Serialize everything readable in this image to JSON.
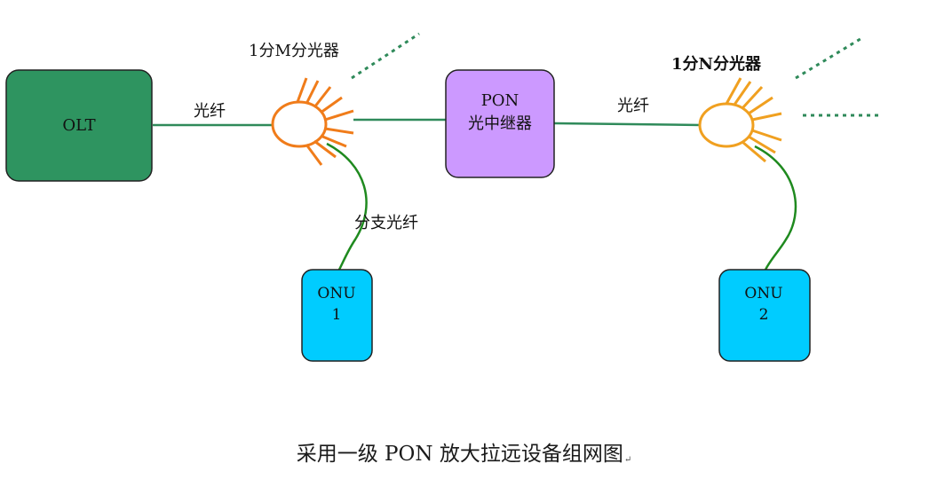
{
  "diagram": {
    "olt_label": "OLT",
    "repeater_line1": "PON",
    "repeater_line2": "光中继器",
    "splitter1_label": "1分M分光器",
    "splitter2_label": "1分N分光器",
    "fiber_label_1": "光纤",
    "fiber_label_2": "光纤",
    "branch_fiber_label": "分支光纤",
    "onu1_line1": "ONU",
    "onu1_line2": "1",
    "onu2_line1": "ONU",
    "onu2_line2": "2"
  },
  "caption": {
    "text": "采用一级 PON 放大拉远设备组网图",
    "mark": "↵"
  },
  "colors": {
    "olt_fill": "#2e9460",
    "repeater_fill": "#cc99ff",
    "onu_fill": "#00ccff",
    "splitter1": "#f07c1a",
    "splitter2": "#f0a020",
    "trunk_fiber": "#2f8a5a",
    "branch_fiber": "#1f8a1f",
    "dotted": "#2f8a5a",
    "box_border": "#222222"
  }
}
